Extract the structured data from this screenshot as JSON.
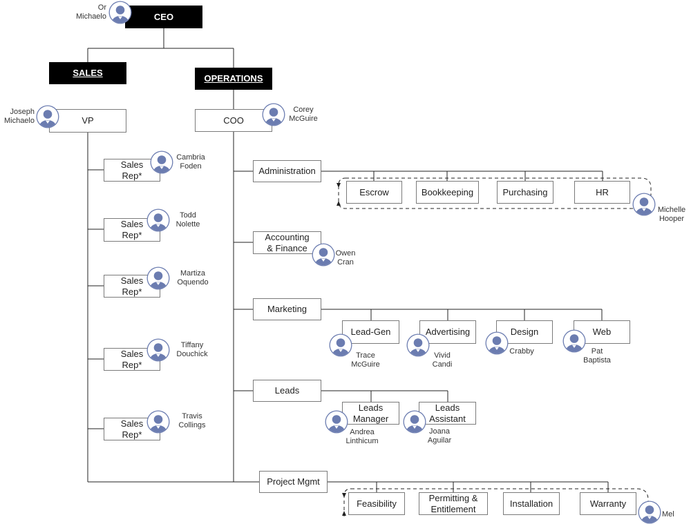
{
  "colors": {
    "avatar": "#6b7cb0",
    "line": "#222222",
    "box_border": "#7a7a7a",
    "header_fill": "#000000"
  },
  "icons": {
    "person": "person-avatar-icon"
  },
  "org": {
    "ceo": {
      "label": "CEO",
      "person": "Or\nMichaelo"
    },
    "sales": {
      "header": "SALES",
      "vp": {
        "label": "VP",
        "person": "Joseph\nMichaelo"
      },
      "reps": [
        {
          "label": "Sales\nRep*",
          "person": "Cambria\nFoden"
        },
        {
          "label": "Sales\nRep*",
          "person": "Todd\nNolette"
        },
        {
          "label": "Sales\nRep*",
          "person": "Martiza\nOquendo"
        },
        {
          "label": "Sales\nRep*",
          "person": "Tiffany\nDouchick"
        },
        {
          "label": "Sales\nRep*",
          "person": "Travis\nCollings"
        }
      ]
    },
    "operations": {
      "header": "OPERATIONS",
      "coo": {
        "label": "COO",
        "person": "Corey\nMcGuire"
      },
      "administration": {
        "label": "Administration",
        "children": [
          "Escrow",
          "Bookkeeping",
          "Purchasing",
          "HR"
        ],
        "person": "Michelle\nHooper"
      },
      "accounting": {
        "label": "Accounting\n& Finance",
        "person": "Owen\nCran"
      },
      "marketing": {
        "label": "Marketing",
        "children": [
          {
            "label": "Lead-Gen",
            "person": "Trace\nMcGuire"
          },
          {
            "label": "Advertising",
            "person": "Vivid\nCandi"
          },
          {
            "label": "Design",
            "person": "Crabby"
          },
          {
            "label": "Web",
            "person": "Pat\nBaptista"
          }
        ]
      },
      "leads": {
        "label": "Leads",
        "children": [
          {
            "label": "Leads\nManager",
            "person": "Andrea\nLinthicum"
          },
          {
            "label": "Leads\nAssistant",
            "person": "Joana\nAguilar"
          }
        ]
      },
      "project_mgmt": {
        "label": "Project Mgmt",
        "children": [
          "Feasibility",
          "Permitting &\nEntitlement",
          "Installation",
          "Warranty"
        ],
        "person": "Mel"
      }
    }
  }
}
